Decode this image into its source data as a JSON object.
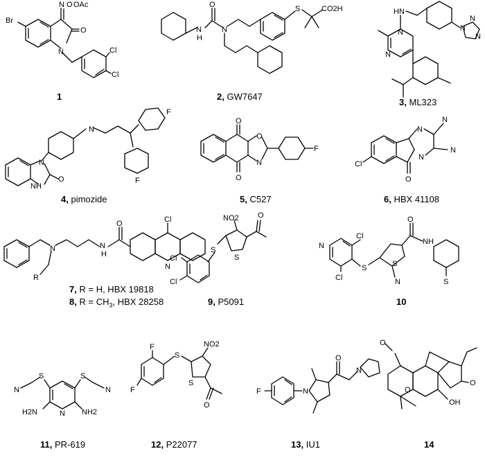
{
  "compounds": [
    {
      "number": "1",
      "name": ""
    },
    {
      "number": "2",
      "name": "GW7647"
    },
    {
      "number": "3",
      "name": "ML323"
    },
    {
      "number": "4",
      "name": "pimozide"
    },
    {
      "number": "5",
      "name": "C527"
    },
    {
      "number": "6",
      "name": "HBX 41108"
    },
    {
      "number": "7",
      "name": "R = H, HBX 19818"
    },
    {
      "number": "8",
      "name": "R = CH",
      "name_sub": "3",
      "name_tail": ", HBX 28258"
    },
    {
      "number": "9",
      "name": "P5091"
    },
    {
      "number": "10",
      "name": ""
    },
    {
      "number": "11",
      "name": "PR-619"
    },
    {
      "number": "12",
      "name": "P22077"
    },
    {
      "number": "13",
      "name": "IU1"
    },
    {
      "number": "14",
      "name": ""
    }
  ],
  "atoms": {
    "br": "Br",
    "n": "N",
    "o": "O",
    "s": "S",
    "cl": "Cl",
    "f": "F",
    "h": "H",
    "nh": "NH",
    "hn": "HN",
    "oac": "OAc",
    "co2h": "CO2H",
    "no2": "NO2",
    "oh": "OH",
    "nh2": "NH2",
    "h2n": "H2N",
    "r": "R"
  }
}
